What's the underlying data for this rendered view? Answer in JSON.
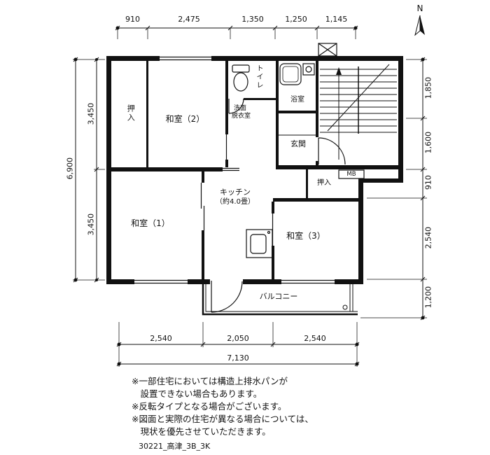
{
  "compass": {
    "label": "N"
  },
  "rooms": {
    "oshiire_top": "押入",
    "washitsu2": "和室（2）",
    "toilet": "トイレ",
    "washroom_line1": "洗面",
    "washroom_line2": "脱衣室",
    "bathroom": "浴室",
    "genkan": "玄関",
    "meter_box": "MB",
    "oshiire_right": "押入",
    "kitchen_line1": "キッチン",
    "kitchen_line2": "（約4.0畳）",
    "washitsu1": "和室（1）",
    "washitsu3": "和室（3）",
    "balcony": "バルコニー"
  },
  "dimensions": {
    "top": [
      "910",
      "2,475",
      "1,350",
      "1,250",
      "1,145"
    ],
    "left_half_upper": "3,450",
    "left_half_lower": "3,450",
    "left_total": "6,900",
    "right": [
      "1,850",
      "1,600",
      "910",
      "2,540",
      "1,200"
    ],
    "bottom": [
      "2,540",
      "2,050",
      "2,540"
    ],
    "bottom_total": "7,130"
  },
  "notes": [
    "※一部住宅においては構造上排水パンが",
    "　設置できない場合もあります。",
    "※反転タイプとなる場合がございます。",
    "※図面と実際の住宅が異なる場合については、",
    "　現状を優先させていただきます。"
  ],
  "footer": {
    "plan_id": "30221_高津_3B_3K"
  }
}
